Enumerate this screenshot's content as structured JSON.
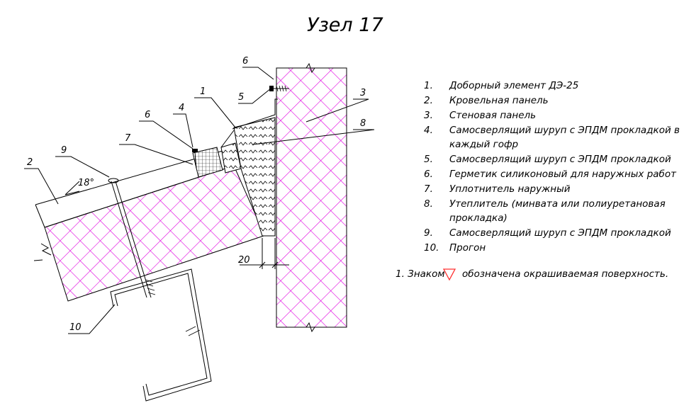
{
  "title": "Узел 17",
  "angle_label": "18°",
  "dimension_label": "20",
  "callouts": {
    "c1": "1",
    "c2": "2",
    "c3": "3",
    "c4": "4",
    "c5": "5",
    "c6a": "6",
    "c6b": "6",
    "c7": "7",
    "c8": "8",
    "c9": "9",
    "c10": "10"
  },
  "legend": [
    {
      "num": "1.",
      "lines": [
        "Доборный элемент ДЭ-25"
      ]
    },
    {
      "num": "2.",
      "lines": [
        "Кровельная панель"
      ]
    },
    {
      "num": "3.",
      "lines": [
        "Стеновая панель"
      ]
    },
    {
      "num": "4.",
      "lines": [
        "Самосверлящий шуруп с ЭПДМ прокладкой в",
        "каждый гофр"
      ]
    },
    {
      "num": "5.",
      "lines": [
        "Самосверлящий шуруп с ЭПДМ прокладкой"
      ]
    },
    {
      "num": "6.",
      "lines": [
        "Герметик силиконовый для наружных работ"
      ]
    },
    {
      "num": "7.",
      "lines": [
        "Уплотнитель наружный"
      ]
    },
    {
      "num": "8.",
      "lines": [
        "Утеплитель (минвата или полиуретановая",
        "прокладка)"
      ]
    },
    {
      "num": "9.",
      "lines": [
        "Самосверлящий шуруп с ЭПДМ прокладкой"
      ]
    },
    {
      "num": "10.",
      "lines": [
        "Прогон"
      ]
    }
  ],
  "note": {
    "prefix": "1. Знаком",
    "suffix": "обозначена окрашиваемая поверхность."
  },
  "colors": {
    "hatch": "#e000e0",
    "marker": "#ff3030",
    "line": "#000000"
  }
}
